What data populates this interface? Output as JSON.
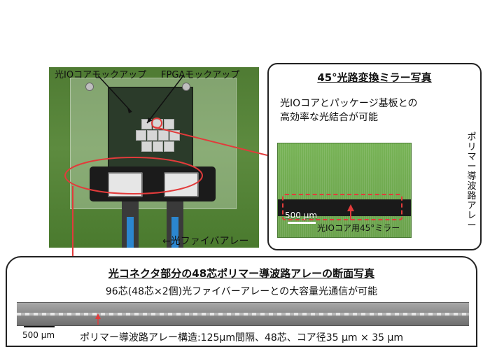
{
  "labels": {
    "optical_io_core_mockup": "光IOコアモックアップ",
    "fpga_mockup": "FPGAモックアップ",
    "fiber_array": "←光ファイバアレー"
  },
  "callout_45": {
    "title": "45°光路変換ミラー写真",
    "desc": "光IOコアとパッケージ基板との\n高効率な光結合が可能",
    "scale_label": "500 μm",
    "mirror_label": "光IOコア用45°ミラー",
    "vertical_label": "ポ\nリ\nマ\nー\n導\n波\n路\nア\nレ\nー"
  },
  "bottom": {
    "title": "光コネクタ部分の48芯ポリマー導波路アレーの断面写真",
    "subtitle": "96芯(48芯×2個)光ファイバーアレーとの大容量光通信が可能",
    "scale_label": "500 μm",
    "note": "ポリマー導波路アレー構造:125μm間隔、48芯、コア径35 μm × 35 μm"
  },
  "colors": {
    "highlight_red": "#e23b3b",
    "waveguide_green": "#6aa24c",
    "fiber_blue": "#2b86cf"
  }
}
